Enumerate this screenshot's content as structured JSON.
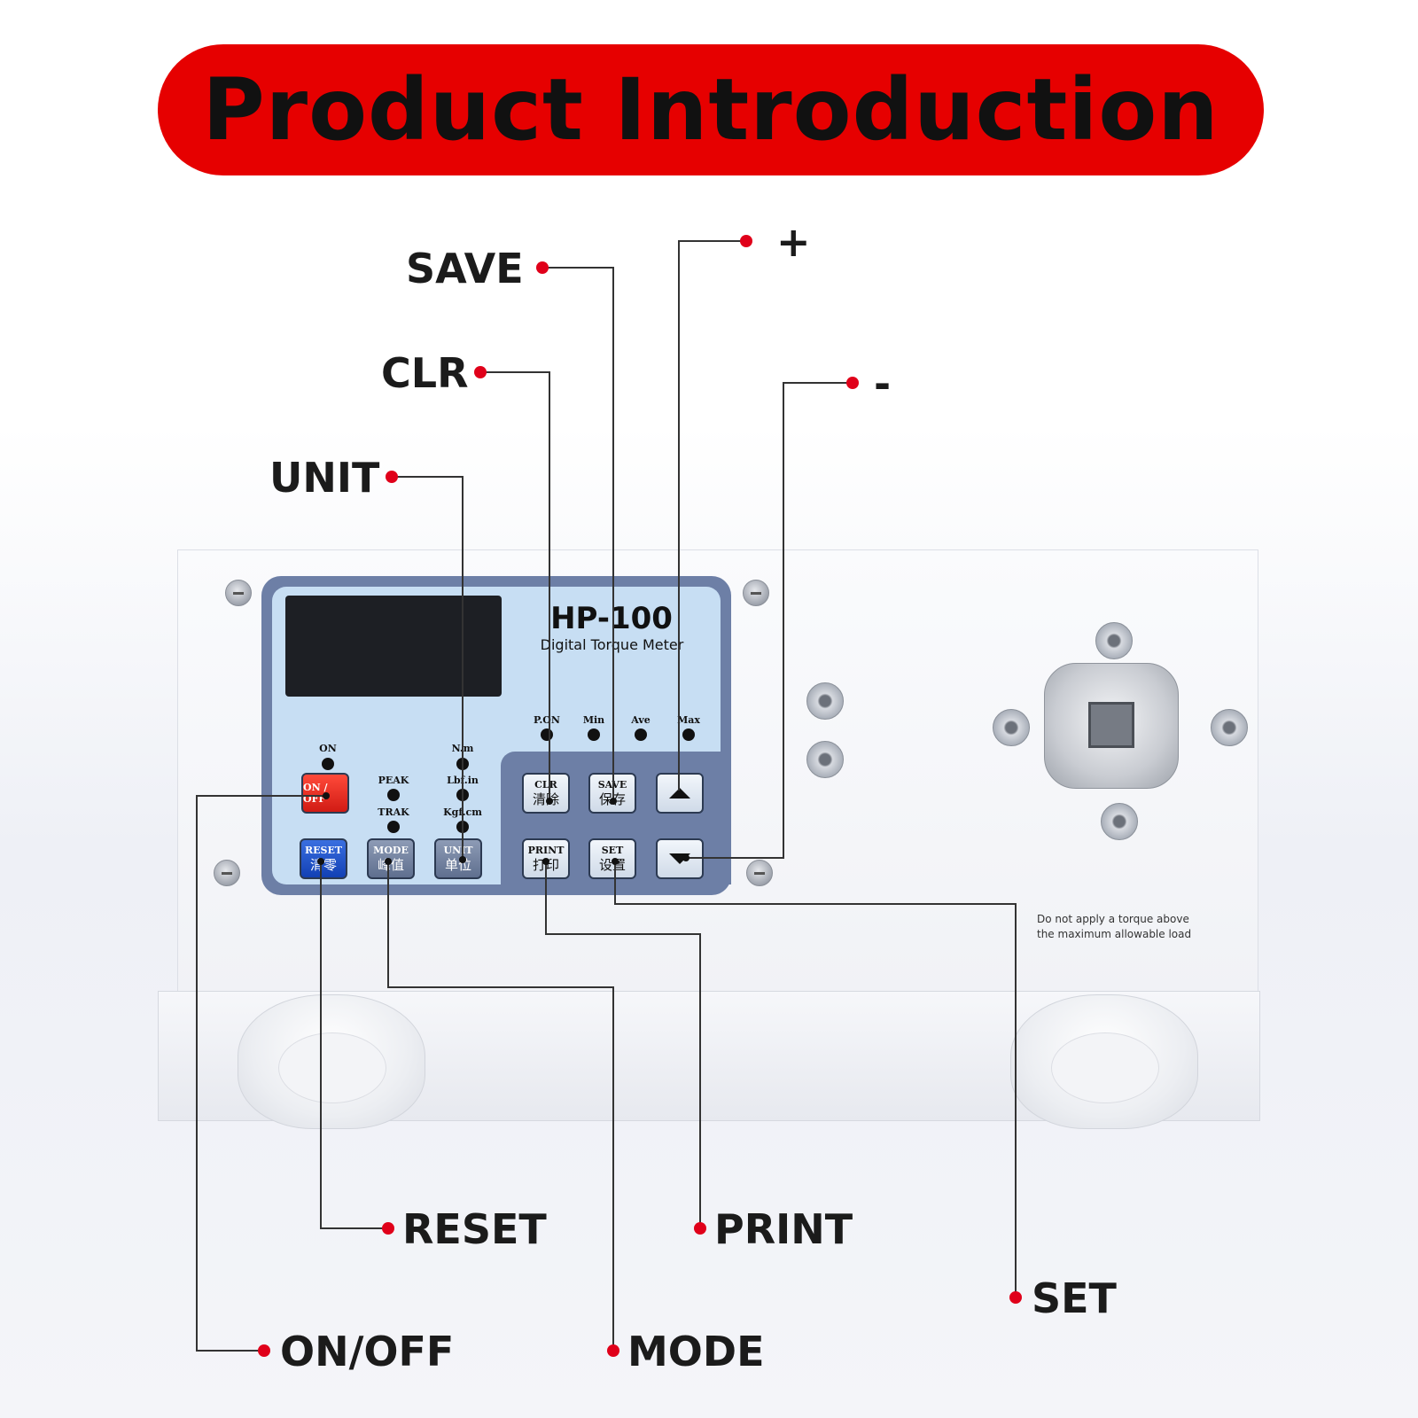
{
  "banner": {
    "title": "Product Introduction"
  },
  "device": {
    "model": "HP-100",
    "subtitle": "Digital Torque Meter",
    "indicators_top": [
      "P.ON",
      "Min",
      "Ave",
      "Max"
    ],
    "indicator_on": "ON",
    "indicators_mode": [
      "PEAK",
      "TRAK"
    ],
    "indicators_unit": [
      "N.m",
      "Lbf.in",
      "Kgf.cm"
    ],
    "keys": {
      "onoff": {
        "en": "ON / OFF"
      },
      "reset": {
        "en": "RESET",
        "cn": "清零"
      },
      "mode": {
        "en": "MODE",
        "cn": "峰值"
      },
      "unit": {
        "en": "UNIT",
        "cn": "单位"
      },
      "clr": {
        "en": "CLR",
        "cn": "清除"
      },
      "save": {
        "en": "SAVE",
        "cn": "保存"
      },
      "print": {
        "en": "PRINT",
        "cn": "打印"
      },
      "set": {
        "en": "SET",
        "cn": "设置"
      }
    },
    "warning_line1": "Do not apply a torque above",
    "warning_line2": "the maximum allowable load"
  },
  "callouts": {
    "save": "SAVE",
    "clr": "CLR",
    "unit": "UNIT",
    "plus": "+",
    "minus": "-",
    "reset": "RESET",
    "print": "PRINT",
    "set": "SET",
    "onoff": "ON/OFF",
    "mode": "MODE"
  },
  "colors": {
    "accent": "#e60000",
    "panel": "#6d7fa6",
    "panel_light": "#c7def3",
    "dot": "#e0001a"
  }
}
